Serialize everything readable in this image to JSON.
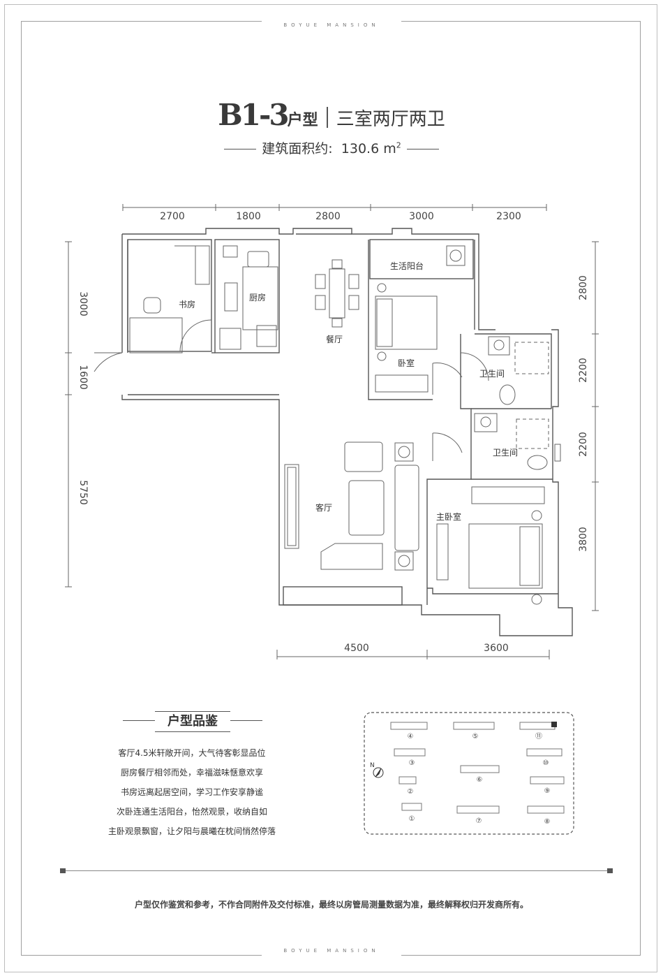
{
  "brand": "BOYUE MANSION",
  "title": {
    "code": "B1-3",
    "type_suffix": "户型",
    "rooms": "三室两厅两卫",
    "area_label": "建筑面积约:",
    "area_value": "130.6 m",
    "area_unit_sup": "2"
  },
  "dimensions": {
    "top": [
      "2700",
      "1800",
      "2800",
      "3000",
      "2300"
    ],
    "left": [
      "3000",
      "1600",
      "5750"
    ],
    "right": [
      "2800",
      "2200",
      "2200",
      "3800"
    ],
    "bottom": [
      "4500",
      "3600"
    ]
  },
  "rooms": {
    "study": "书房",
    "kitchen": "厨房",
    "dining": "餐厅",
    "service_balcony": "生活阳台",
    "bedroom": "卧室",
    "bathroom1": "卫生间",
    "bathroom2": "卫生间",
    "living": "客厅",
    "master_bedroom": "主卧室"
  },
  "intro": {
    "title": "户型品鉴",
    "lines": [
      "客厅4.5米轩敞开间，大气待客彰显品位",
      "厨房餐厅相邻而处，幸福滋味惬意欢享",
      "书房远离起居空间，学习工作安享静谧",
      "次卧连通生活阳台，怡然观景，收纳自如",
      "主卧观景飘窗，让夕阳与晨曦在枕间悄然停落"
    ]
  },
  "site_plan": {
    "north": "N",
    "buildings": [
      "④",
      "⑤",
      "⑪",
      "③",
      "⑩",
      "②",
      "⑥",
      "⑨",
      "①",
      "⑦",
      "⑧"
    ]
  },
  "disclaimer": "户型仅作鉴赏和参考，不作合同附件及交付标准，最终以房管局测量数据为准，最终解释权归开发商所有。"
}
